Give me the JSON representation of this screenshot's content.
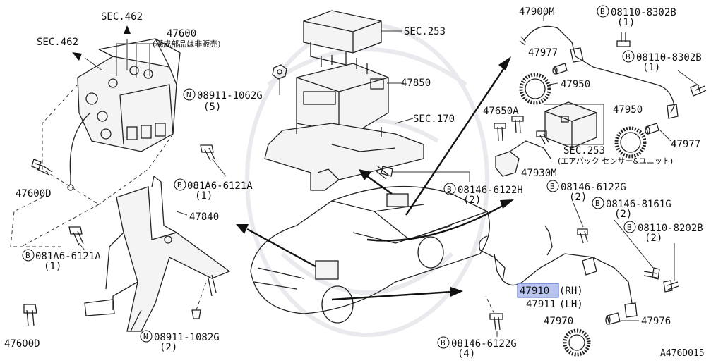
{
  "diagram": {
    "id": "A476D015",
    "labels": {
      "sec462_a": "SEC.462",
      "sec462_b": "SEC.462",
      "p47600": "47600",
      "p47600_note": "(構成部品は非販売)",
      "p47600d_a": "47600D",
      "p47600d_b": "47600D",
      "b081a6_a": "081A6-6121A",
      "b081a6_a_qty": "(1)",
      "b081a6_b": "081A6-6121A",
      "b081a6_b_qty": "(1)",
      "p47840": "47840",
      "n08911_1062": "08911-1062G",
      "n08911_1062_qty": "(5)",
      "n08911_1082": "08911-1082G",
      "n08911_1082_qty": "(2)",
      "sec253_top": "SEC.253",
      "p47850": "47850",
      "sec170": "SEC.170",
      "b08146_6122h": "08146-6122H",
      "b08146_6122h_qty": "(2)",
      "p47900m": "47900M",
      "b08110_8302b_a": "08110-8302B",
      "b08110_8302b_a_qty": "(1)",
      "b08110_8302b_b": "08110-8302B",
      "b08110_8302b_b_qty": "(1)",
      "p47977_a": "47977",
      "p47977_b": "47977",
      "p47950_a": "47950",
      "p47950_b": "47950",
      "p47650a": "47650A",
      "sec253_mid": "SEC.253",
      "sec253_mid_note": "(エアバック センサー&ユニット)",
      "p47930m": "47930M",
      "b08146_6122g_a": "08146-6122G",
      "b08146_6122g_a_qty": "(2)",
      "b08146_8161g": "08146-8161G",
      "b08146_8161g_qty": "(2)",
      "b08110_8202b": "08110-8202B",
      "b08110_8202b_qty": "(2)",
      "p47910": "47910",
      "p47910_side": "(RH)",
      "p47911": "47911",
      "p47911_side": "(LH)",
      "p47970": "47970",
      "p47976": "47976",
      "b08146_6122g_b": "08146-6122G",
      "b08146_6122g_b_qty": "(4)"
    },
    "prefix_b": "B",
    "prefix_n": "N",
    "colors": {
      "highlight": "#b8c4ee",
      "highlight_stroke": "#4a5fbf",
      "line": "#222222"
    }
  }
}
